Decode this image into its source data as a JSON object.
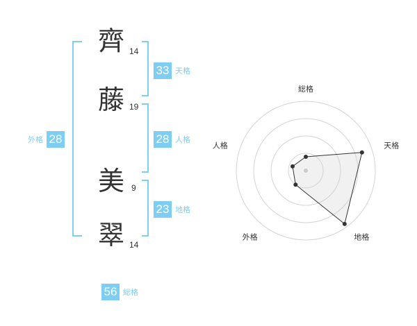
{
  "accent_color": "#7ecef4",
  "label_color": "#7ecef4",
  "characters": [
    {
      "char": "齊",
      "strokes": "14"
    },
    {
      "char": "藤",
      "strokes": "19"
    },
    {
      "char": "美",
      "strokes": "9"
    },
    {
      "char": "翠",
      "strokes": "14"
    }
  ],
  "fortunes": {
    "tenkaku": {
      "value": "33",
      "label": "天格"
    },
    "jinkaku": {
      "value": "28",
      "label": "人格"
    },
    "chikaku": {
      "value": "23",
      "label": "地格"
    },
    "gaikaku": {
      "value": "28",
      "label": "外格"
    },
    "soukaku": {
      "value": "56",
      "label": "総格"
    }
  },
  "chart_data": {
    "type": "radar",
    "axes": [
      "総格",
      "天格",
      "地格",
      "外格",
      "人格"
    ],
    "values": [
      0.2,
      0.85,
      0.95,
      0.25,
      0.2
    ],
    "rings": 4,
    "grid": true
  }
}
